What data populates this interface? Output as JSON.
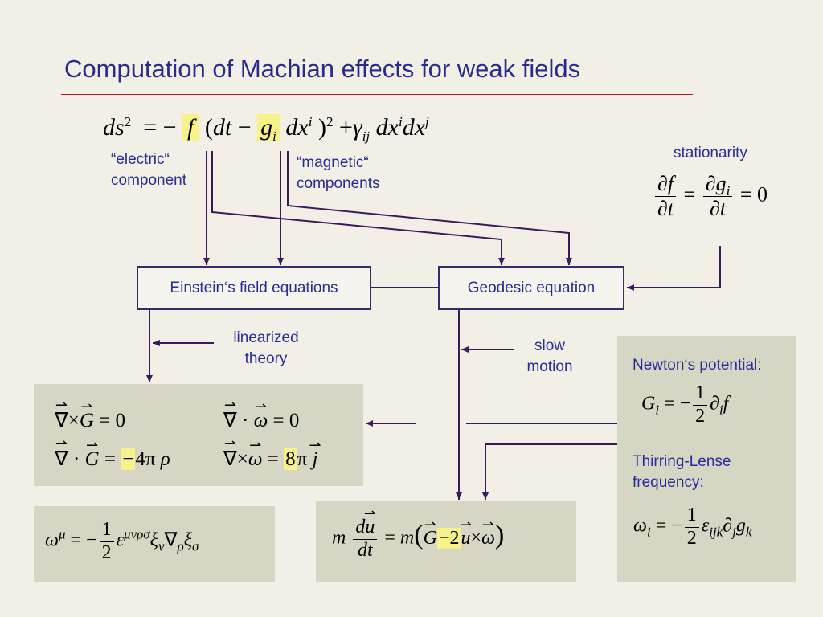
{
  "title": "Computation of Machian effects for weak fields",
  "labels": {
    "electric_1": "“electric“",
    "electric_2": "component",
    "magnetic_1": "“magnetic“",
    "magnetic_2": "components",
    "stationarity": "stationarity",
    "linearized_1": "linearized",
    "linearized_2": "theory",
    "slow_1": "slow",
    "slow_2": "motion",
    "newton": "Newton‘s potential:",
    "thirring_1": "Thirring-Lense",
    "thirring_2": "frequency:"
  },
  "boxes": {
    "einstein": "Einstein‘s field equations",
    "geodesic": "Geodesic equation"
  },
  "equations": {
    "metric": "ds² = − f (dt − g_i dx^i)² + γ_ij dx^i dx^j",
    "stationarity": "∂f/∂t = ∂g_i/∂t = 0",
    "curl_G": "∇ × G = 0",
    "div_omega": "∇ · ω = 0",
    "div_G": "∇ · G = − 4π ρ",
    "curl_omega": "∇ × ω = 8π j",
    "newton": "G_i = −(1/2) ∂_i f",
    "thirring": "ω_i = −(1/2) ε_ijk ∂_j g_k",
    "omega_mu": "ω^μ = −(1/2) ε^μνρσ ξ_ν ∇_ρ ξ_σ",
    "geodesic": "m du/dt = m(G − 2 u × ω)"
  }
}
